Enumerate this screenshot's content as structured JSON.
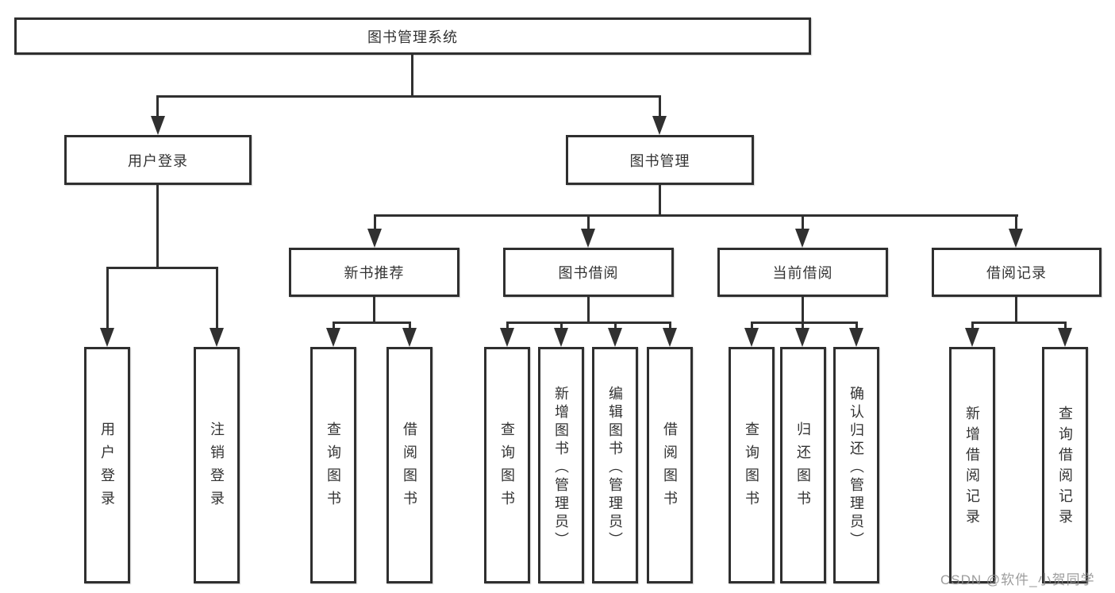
{
  "nodes": {
    "root": "图书管理系统",
    "login": {
      "label": "用户登录",
      "children": [
        "用户登录",
        "注销登录"
      ]
    },
    "manage": {
      "label": "图书管理",
      "sections": [
        {
          "label": "新书推荐",
          "children": [
            "查询图书",
            "借阅图书"
          ]
        },
        {
          "label": "图书借阅",
          "children": [
            "查询图书",
            "新增图书（管理员）",
            "编辑图书（管理员）",
            "借阅图书"
          ]
        },
        {
          "label": "当前借阅",
          "children": [
            "查询图书",
            "归还图书",
            "确认归还（管理员）"
          ]
        },
        {
          "label": "借阅记录",
          "children": [
            "新增借阅记录",
            "查询借阅记录"
          ]
        }
      ]
    }
  },
  "watermark": "CSDN @软件_小贺同学",
  "colors": {
    "line": "#303030",
    "box_border": "#2f2f2f",
    "text": "#333333",
    "watermark": "#8c8c8c",
    "background": "#ffffff"
  }
}
